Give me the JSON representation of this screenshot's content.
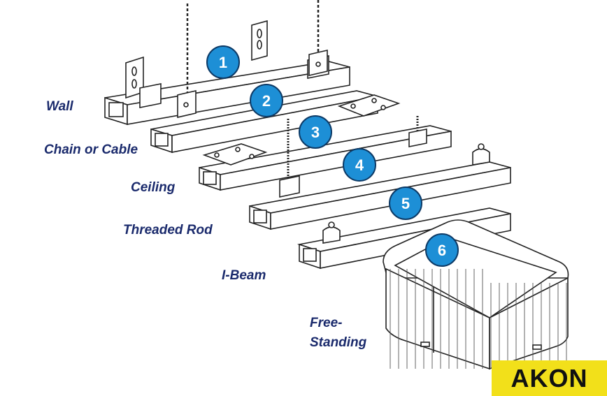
{
  "labels": {
    "wall": "Wall",
    "chain": "Chain or Cable",
    "ceiling": "Ceiling",
    "threaded_rod": "Threaded Rod",
    "ibeam": "I-Beam",
    "free_line1": "Free-",
    "free_line2": "Standing"
  },
  "badges": [
    "1",
    "2",
    "3",
    "4",
    "5",
    "6"
  ],
  "brand": {
    "name": "AKON"
  },
  "colors": {
    "badge_fill": "#1d8fd6",
    "badge_stroke": "#0d3a66",
    "label_text": "#1a2a6c",
    "brand_bg": "#f2e01a"
  }
}
